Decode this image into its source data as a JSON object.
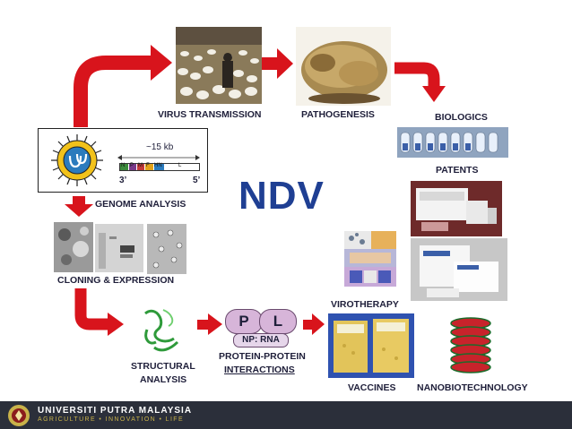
{
  "title": "NDV",
  "genome": {
    "size_label": "~15 kb",
    "three_prime": "3’",
    "five_prime": "5’",
    "genes": [
      "N",
      "P",
      "M",
      "F",
      "HN",
      "L"
    ]
  },
  "labels": {
    "virus_transmission": "VIRUS TRANSMISSION",
    "pathogenesis": "PATHOGENESIS",
    "biologics": "BIOLOGICS",
    "patents": "PATENTS",
    "genome_analysis": "GENOME  ANALYSIS",
    "cloning_expression": "CLONING & EXPRESSION",
    "structural_line1": "STRUCTURAL",
    "structural_line2": "ANALYSIS",
    "protein_line1": "PROTEIN-PROTEIN",
    "protein_line2": "INTERACTIONS",
    "virotherapy": "VIROTHERAPY",
    "vaccines": "VACCINES",
    "nanobiotechnology": "NANOBIOTECHNOLOGY"
  },
  "protein_interaction": {
    "p": "P",
    "l": "L",
    "np_rna": "NP: RNA"
  },
  "footer": {
    "university": "UNIVERSITI PUTRA MALAYSIA",
    "motto": "AGRICULTURE • INNOVATION • LIFE"
  },
  "colors": {
    "arrow_red": "#d8141c",
    "title_blue": "#1f3f93",
    "footer_bg": "#2b2f3a"
  }
}
